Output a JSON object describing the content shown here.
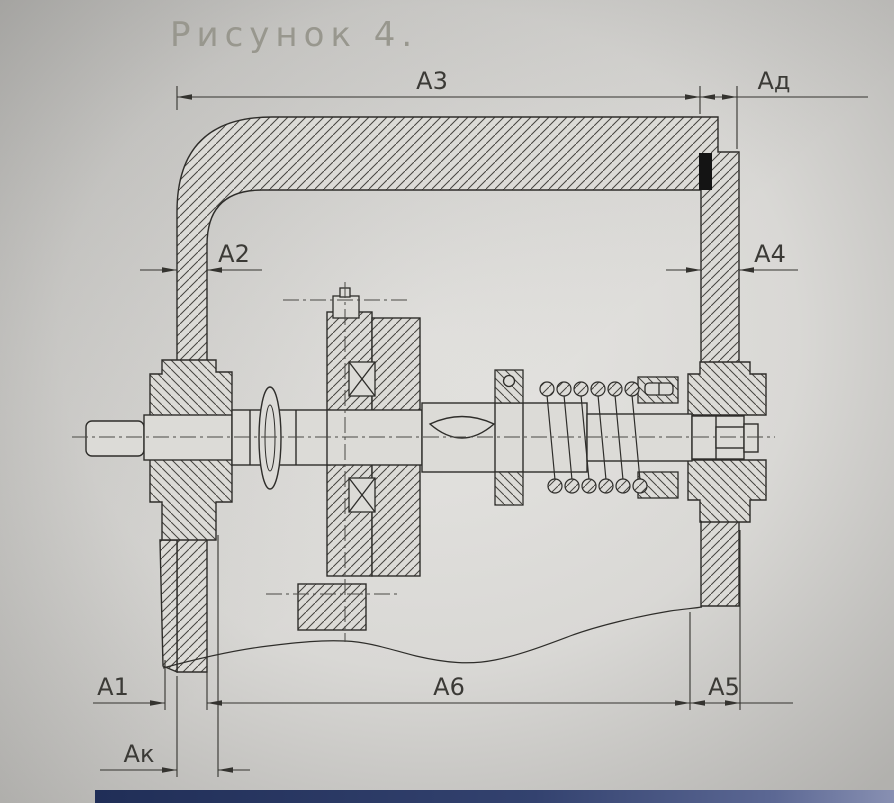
{
  "figure": {
    "title": "Рисунок 4."
  },
  "dimension_labels": {
    "a1": "А1",
    "a2": "А2",
    "a3": "А3",
    "a4": "А4",
    "a5": "А5",
    "a6": "А6",
    "ak": "Ак",
    "ad": "Ад"
  },
  "colors": {
    "line": "#2e2d2a",
    "dimension_line": "#34332f",
    "paper_center": "#e6e5e2",
    "paper_edge": "#b7b6b3",
    "seal_fill": "#141414",
    "bottom_strip": "#2e3d6e"
  }
}
